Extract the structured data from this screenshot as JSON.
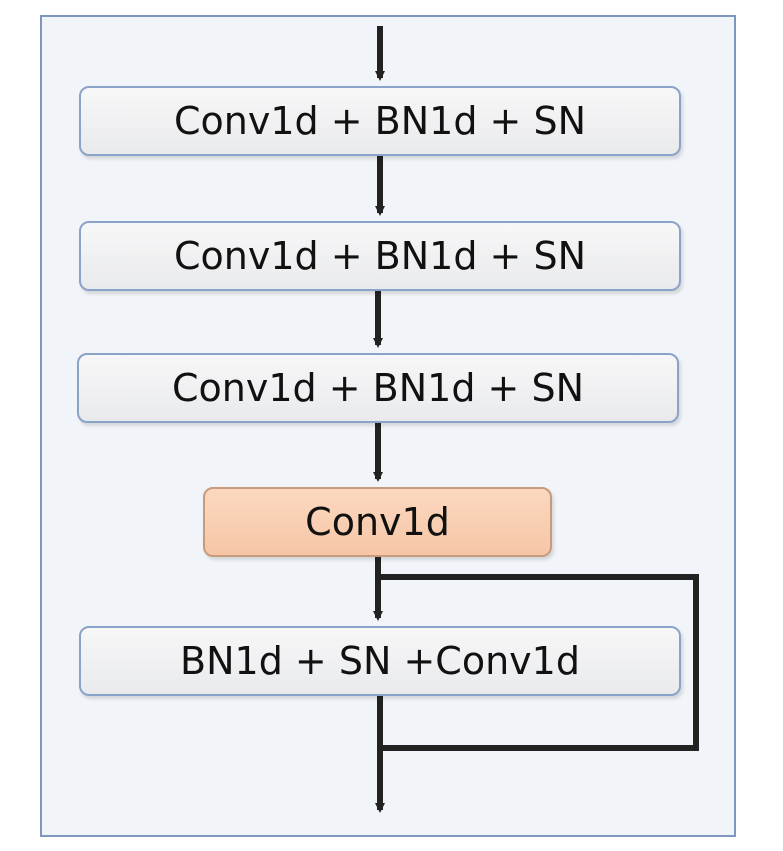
{
  "diagram": {
    "blocks": [
      {
        "id": "b1",
        "label": "Conv1d + BN1d + SN"
      },
      {
        "id": "b2",
        "label": "Conv1d + BN1d + SN"
      },
      {
        "id": "b3",
        "label": "Conv1d + BN1d + SN"
      },
      {
        "id": "b4",
        "label": "Conv1d"
      },
      {
        "id": "b5",
        "label": "BN1d + SN +Conv1d"
      }
    ],
    "edges": [
      {
        "from": "input",
        "to": "b1"
      },
      {
        "from": "b1",
        "to": "b2"
      },
      {
        "from": "b2",
        "to": "b3"
      },
      {
        "from": "b3",
        "to": "b4"
      },
      {
        "from": "b4",
        "to": "b5"
      },
      {
        "from": "b5",
        "to": "output"
      },
      {
        "from": "b4",
        "to": "output",
        "kind": "skip"
      }
    ],
    "colors": {
      "frame_fill": "#f1f4f8",
      "frame_border": "#7d97bd",
      "block_fill": "#ededee",
      "block_border": "#8aa3c8",
      "accent_fill": "#f8cfb3",
      "arrow": "#222222"
    }
  }
}
